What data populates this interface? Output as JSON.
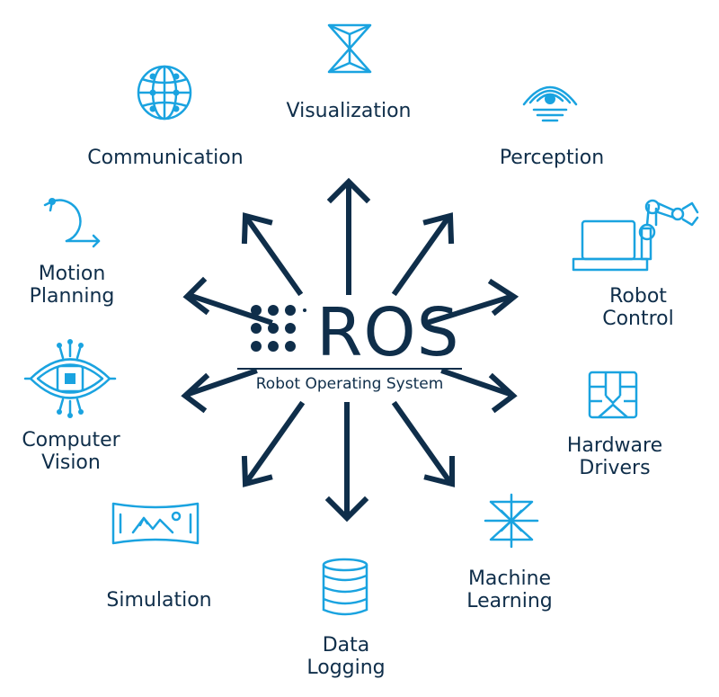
{
  "logo": {
    "title": "ROS",
    "subtitle": "Robot Operating System"
  },
  "colors": {
    "navy": "#0f2e4a",
    "accent": "#1aa3e0"
  },
  "capabilities": {
    "visualization": {
      "label": "Visualization",
      "icon": "hourglass-icon"
    },
    "perception": {
      "label": "Perception",
      "icon": "eye-signal-icon"
    },
    "robot_control": {
      "line1": "Robot",
      "line2": "Control",
      "icon": "laptop-robot-arm-icon"
    },
    "hardware_drivers": {
      "line1": "Hardware",
      "line2": "Drivers",
      "icon": "sim-chip-icon"
    },
    "machine_learning": {
      "line1": "Machine",
      "line2": "Learning",
      "icon": "network-graph-icon"
    },
    "data_logging": {
      "line1": "Data",
      "line2": "Logging",
      "icon": "database-icon"
    },
    "simulation": {
      "label": "Simulation",
      "icon": "panorama-mountains-icon"
    },
    "computer_vision": {
      "line1": "Computer",
      "line2": "Vision",
      "icon": "eye-circuit-icon"
    },
    "motion_planning": {
      "line1": "Motion",
      "line2": "Planning",
      "icon": "loop-arrow-icon"
    },
    "communication": {
      "label": "Communication",
      "icon": "globe-network-icon"
    }
  }
}
